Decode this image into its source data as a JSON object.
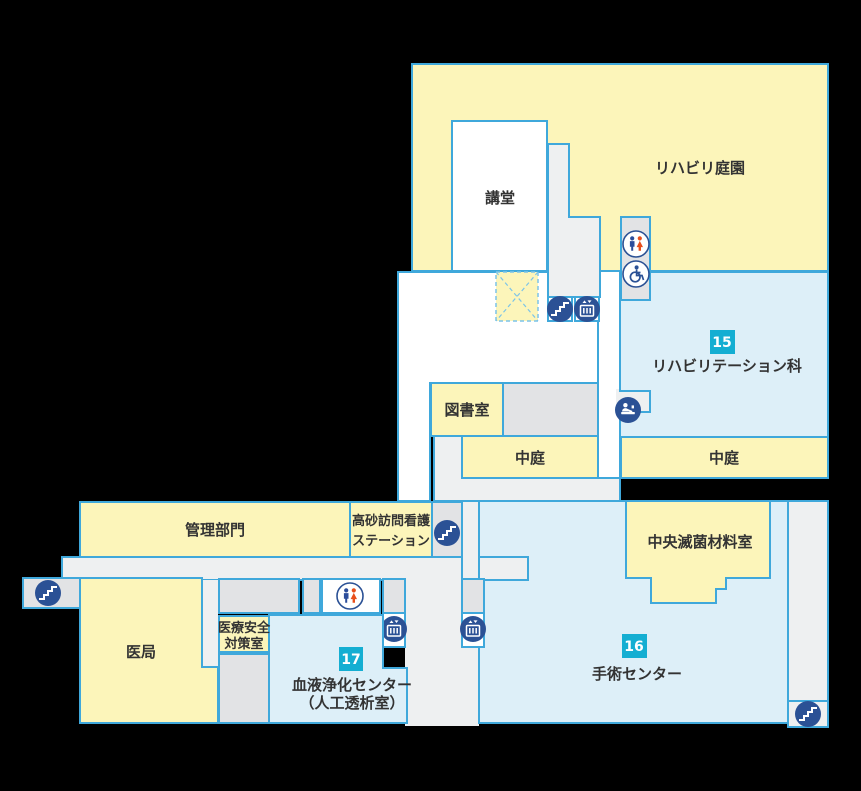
{
  "colors": {
    "room_yellow": "#fcf5ba",
    "room_blue": "#ddeff8",
    "gray_room": "#e2e3e5",
    "corridor": "#eef0f1",
    "line": "#3fa8db",
    "line_light": "#7cc4e8",
    "navy": "#2b5195",
    "badge": "#14aed2",
    "text": "#333333",
    "man_blue": "#2b4d9b",
    "woman_red": "#e84e1b"
  },
  "rooms": {
    "rehab_garden": {
      "label": "リハビリ庭園"
    },
    "auditorium": {
      "label": "講堂"
    },
    "rehab_dept": {
      "badge": "15",
      "label": "リハビリテーション科"
    },
    "library": {
      "label": "図書室"
    },
    "courtyard_center": {
      "label": "中庭"
    },
    "courtyard_east": {
      "label": "中庭"
    },
    "admin": {
      "label": "管理部門"
    },
    "takasago_station": {
      "lines": [
        "高砂訪問看護",
        "ステーション"
      ]
    },
    "central_sterilization": {
      "label": "中央滅菌材料室"
    },
    "medical_safety": {
      "lines": [
        "医療安全",
        "対策室"
      ]
    },
    "doctors_office": {
      "label": "医局"
    },
    "blood_center": {
      "badge": "17",
      "lines": [
        "血液浄化センター",
        "（人工透析室）"
      ]
    },
    "surgery_center": {
      "badge": "16",
      "label": "手術センター"
    }
  },
  "icons": {
    "stairs": "stairs",
    "elevator": "elevator",
    "restroom": "restroom (men/women)",
    "wheelchair": "wheelchair-accessible restroom",
    "reception": "reception counter"
  }
}
